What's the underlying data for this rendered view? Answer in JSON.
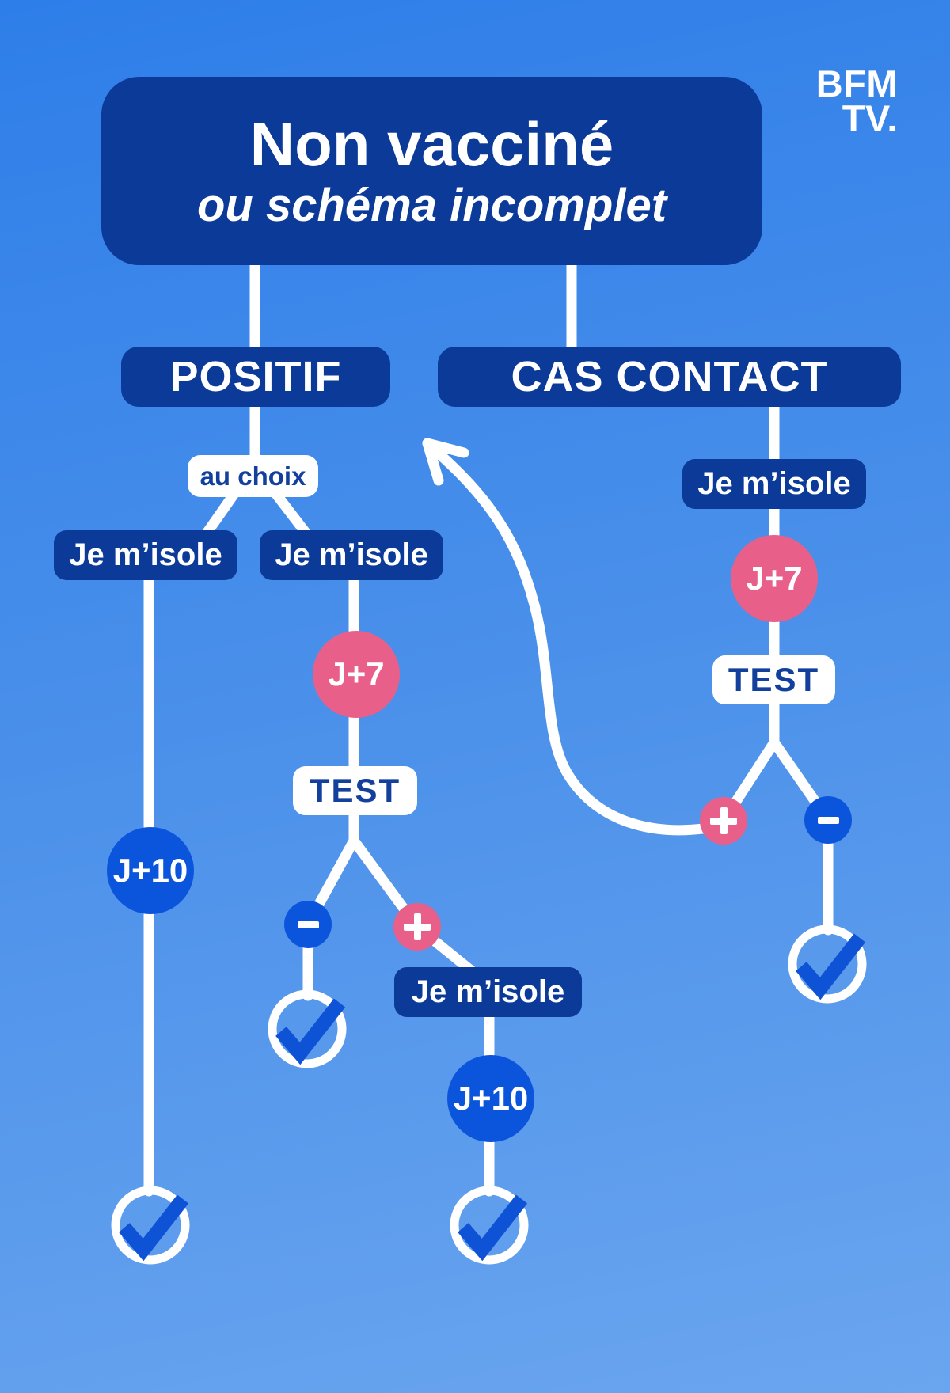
{
  "brand": {
    "line1": "BFM",
    "line2": "TV."
  },
  "title": {
    "line1": "Non vacciné",
    "line2": "ou schéma incomplet"
  },
  "nodes": {
    "positif": "POSITIF",
    "cas_contact": "CAS CONTACT",
    "au_choix": "au choix",
    "isolate": "Je m’isole",
    "j7": "J+7",
    "j10": "J+10",
    "test": "TEST"
  },
  "icons": {
    "plus": "+",
    "minus": "−",
    "check": "✓"
  },
  "colors": {
    "background_top": "#2e7ee9",
    "background_bottom": "#6aa5ef",
    "navy": "#0b3a99",
    "white": "#ffffff",
    "pink": "#e8608a",
    "bright_blue": "#0b55dd",
    "check_blue": "#0e52d6",
    "text_navy": "#12409c"
  }
}
